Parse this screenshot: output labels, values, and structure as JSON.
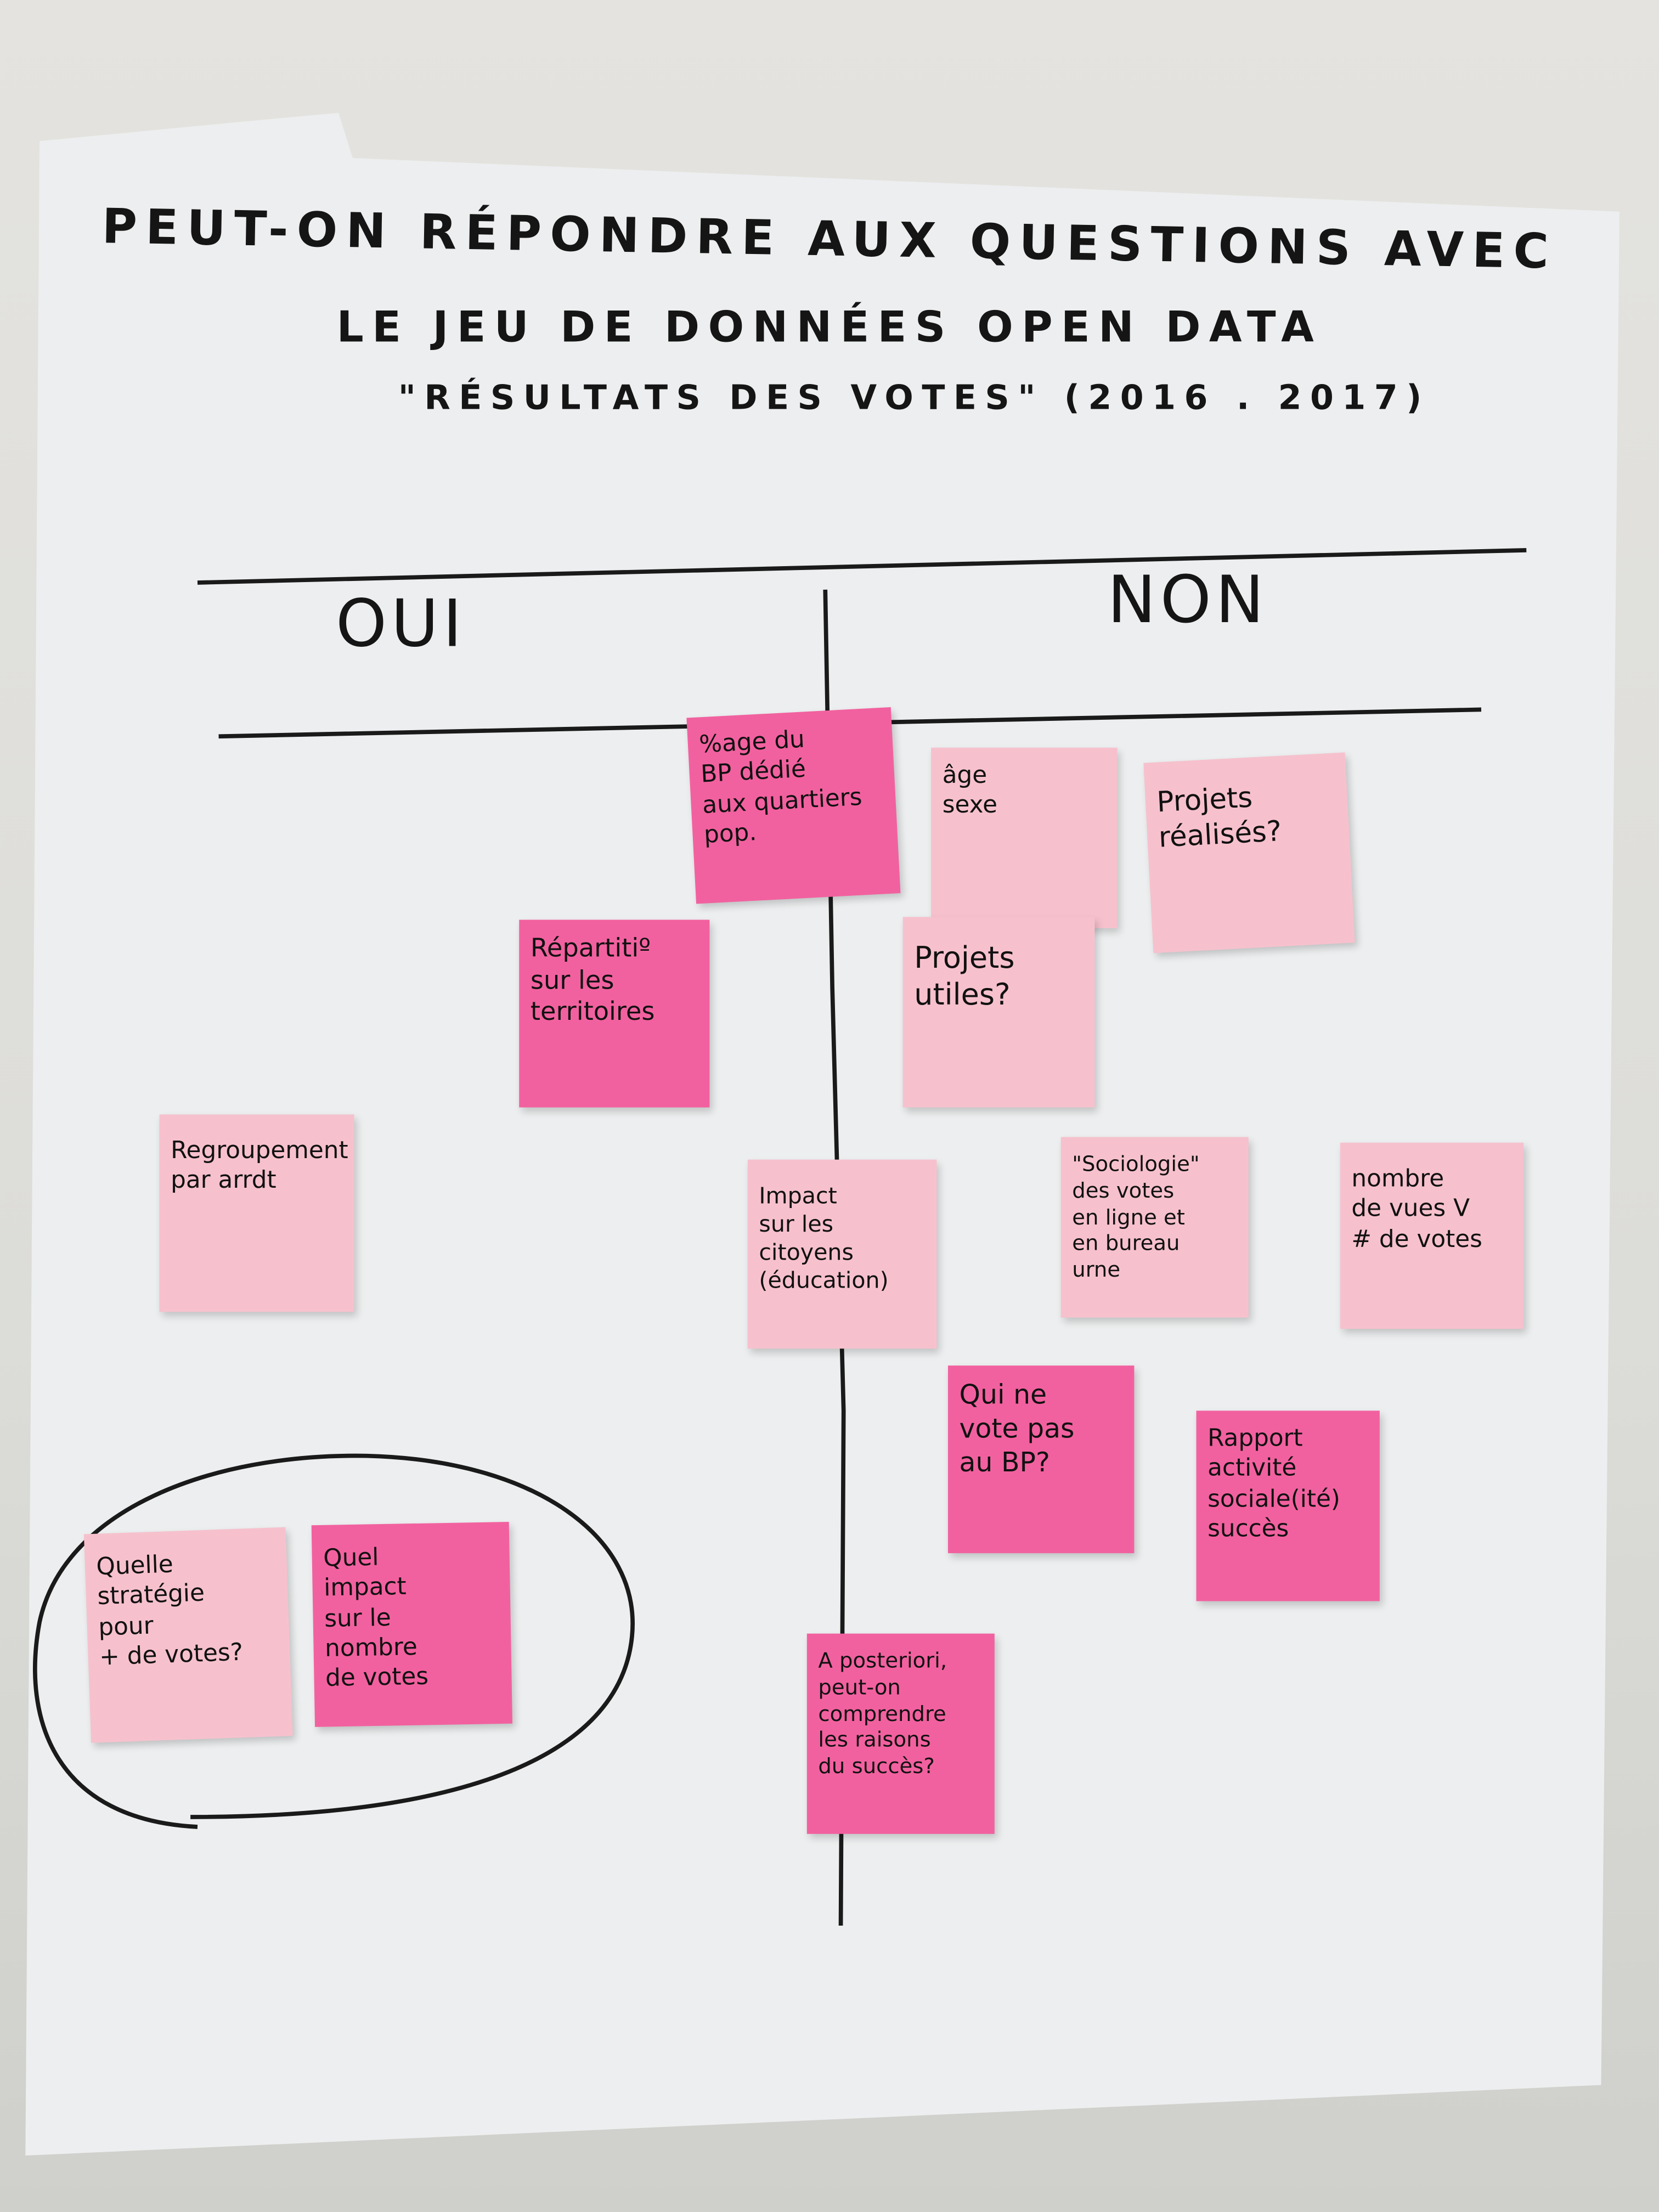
{
  "title": {
    "line1": "PEUT-ON RÉPONDRE AUX QUESTIONS AVEC",
    "line2": "LE JEU DE DONNÉES OPEN DATA",
    "line3": "\"RÉSULTATS DES VOTES\" (2016 . 2017)"
  },
  "columns": {
    "yes": "OUI",
    "no": "NON"
  },
  "colors": {
    "hot_pink": "#f2619f",
    "light_pink": "#f6c1cd",
    "paper": "#eceeef",
    "ink": "#151515"
  },
  "notes": {
    "pct_bp": "%age du\nBP dédié\naux quartiers\npop.",
    "age_sexe": "âge\nsexe",
    "projets_realises": "Projets\nréalisés?",
    "projets_utiles": "Projets\nutiles?",
    "repartition": "Répartitiº\nsur les\nterritoires",
    "regroupement": "Regroupement\npar arrdt",
    "impact_citoyens": "Impact\nsur les citoyens\n(éducation)",
    "sociologie": "\"Sociologie\"\ndes votes\nen ligne et\nen bureau\nurne",
    "nombre_vues": "nombre\nde vues V\n# de votes",
    "qui_ne_vote": "Qui ne\nvote pas\nau BP?",
    "rapport": "Rapport\nactivité\nsociale(ité)\nsuccès",
    "a_posteriori": "A posteriori,\npeut-on\ncomprendre\nles raisons\ndu succès?",
    "strategie": "Quelle\nstratégie\npour\n+ de votes?",
    "quel_impact": "Quel\nimpact\nsur le\nnombre\nde votes"
  }
}
